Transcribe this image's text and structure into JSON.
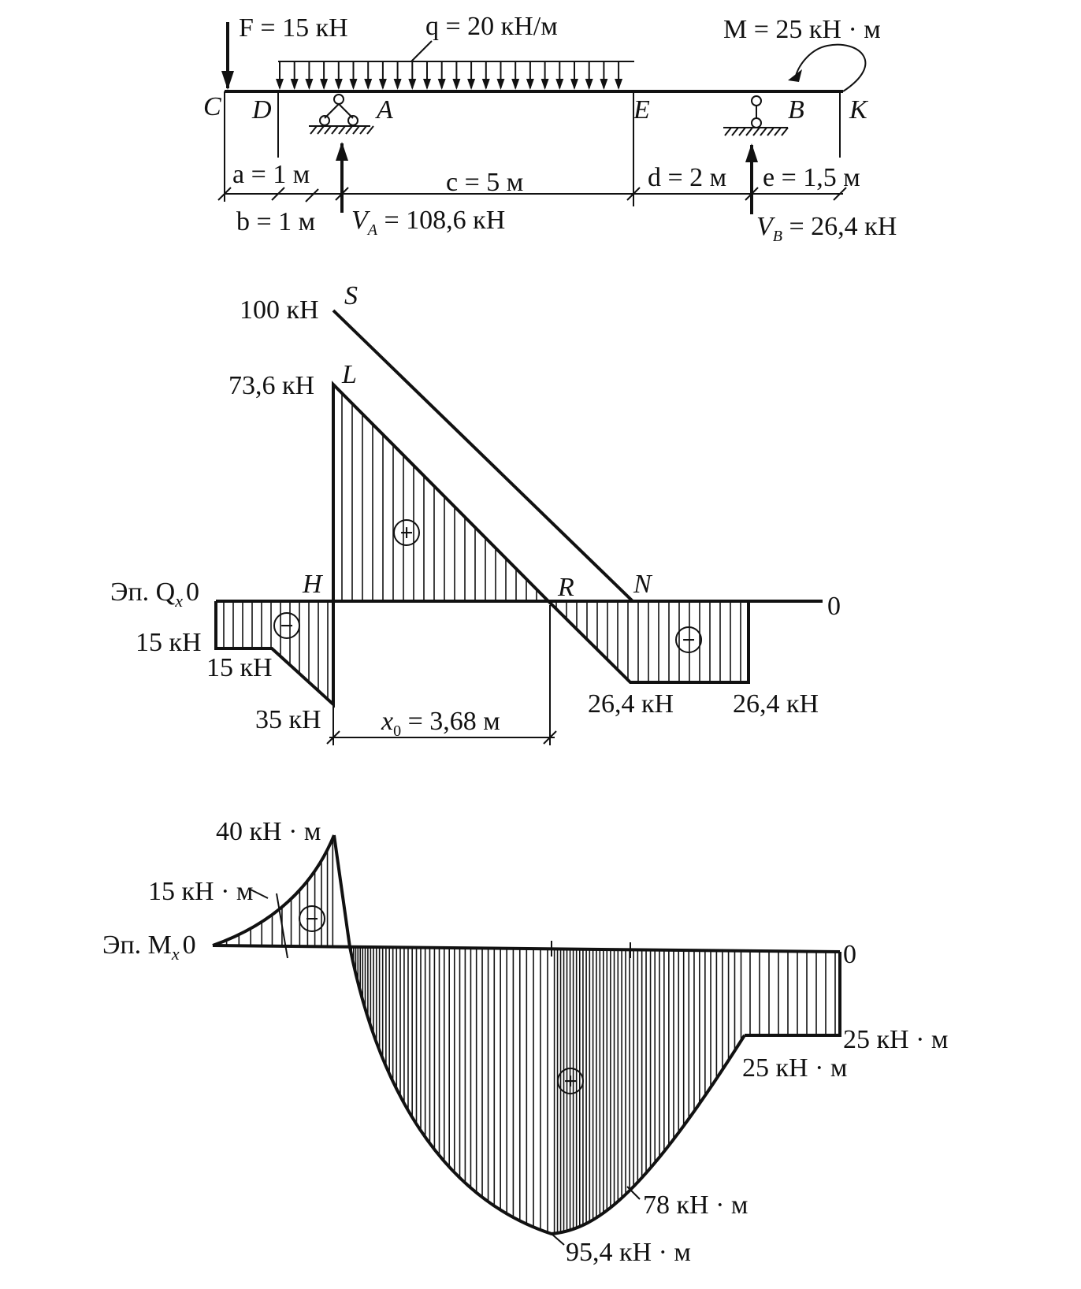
{
  "beam": {
    "F_label": "F = 15 кН",
    "q_label": "q = 20 кН/м",
    "M_label": "M = 25 кН · м",
    "points": {
      "C": "C",
      "D": "D",
      "A": "A",
      "E": "E",
      "B": "B",
      "K": "K"
    },
    "dims": {
      "a": "a = 1 м",
      "b": "b = 1 м",
      "c": "c = 5 м",
      "d": "d = 2 м",
      "e": "e = 1,5 м"
    },
    "VA": "V",
    "VA_sub": "A",
    "VA_value": " = 108,6 кН",
    "VB": "V",
    "VB_sub": "B",
    "VB_value": " = 26,4 кН"
  },
  "shear": {
    "title": "Эп. Q",
    "title_sub": "x",
    "zero_left": "0",
    "zero_right": "0",
    "v100": "100 кН",
    "v736": "73,6 кН",
    "v15a": "15 кН",
    "v15b": "15 кН",
    "v35": "35 кН",
    "v264a": "26,4 кН",
    "v264b": "26,4 кН",
    "x0": "x",
    "x0_sub": "0",
    "x0_value": " = 3,68 м",
    "pts": {
      "S": "S",
      "L": "L",
      "H": "H",
      "R": "R",
      "N": "N"
    },
    "plus": "+",
    "minus": "−"
  },
  "moment": {
    "title": "Эп. M",
    "title_sub": "x",
    "zero_left": "0",
    "zero_right": "0",
    "v40": "40 кН · м",
    "v15": "15 кН · м",
    "v25a": "25 кН · м",
    "v25b": "25 кН · м",
    "v78": "78 кН · м",
    "v954": "95,4 кН · м",
    "plus": "+",
    "minus": "−"
  }
}
